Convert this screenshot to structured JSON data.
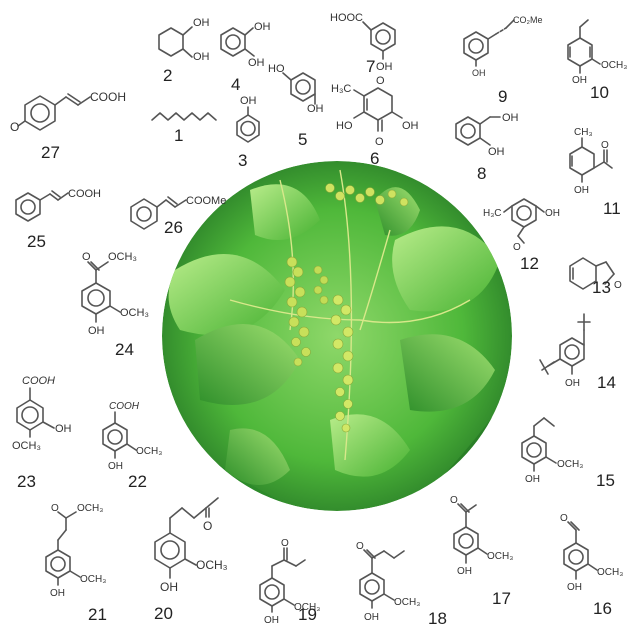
{
  "compounds": [
    {
      "number": "1",
      "labels": []
    },
    {
      "number": "2",
      "labels": [
        "OH",
        "OH"
      ]
    },
    {
      "number": "3",
      "labels": [
        "OH"
      ]
    },
    {
      "number": "4",
      "labels": [
        "OH",
        "OH"
      ]
    },
    {
      "number": "5",
      "labels": [
        "HO",
        "OH"
      ]
    },
    {
      "number": "6",
      "labels": [
        "H₃C",
        "O",
        "HO",
        "OH",
        "O"
      ]
    },
    {
      "number": "7",
      "labels": [
        "HOOC",
        "OH"
      ]
    },
    {
      "number": "8",
      "labels": [
        "OH",
        "OH"
      ]
    },
    {
      "number": "9",
      "labels": [
        "CO₂Me",
        "OH"
      ]
    },
    {
      "number": "10",
      "labels": [
        "OCH₃",
        "OH"
      ]
    },
    {
      "number": "11",
      "labels": [
        "CH₃",
        "OH",
        "O"
      ]
    },
    {
      "number": "12",
      "labels": [
        "H₃C",
        "OH",
        "O"
      ]
    },
    {
      "number": "13",
      "labels": [
        "O"
      ]
    },
    {
      "number": "14",
      "labels": [
        "OH"
      ]
    },
    {
      "number": "15",
      "labels": [
        "OCH₃",
        "OH"
      ]
    },
    {
      "number": "16",
      "labels": [
        "O",
        "OCH₃",
        "OH"
      ]
    },
    {
      "number": "17",
      "labels": [
        "O",
        "OCH₃",
        "OH"
      ]
    },
    {
      "number": "18",
      "labels": [
        "O",
        "OCH₃",
        "OH"
      ]
    },
    {
      "number": "19",
      "labels": [
        "O",
        "OCH₃",
        "OH"
      ]
    },
    {
      "number": "20",
      "labels": [
        "O",
        "OCH₃",
        "OH"
      ]
    },
    {
      "number": "21",
      "labels": [
        "O",
        "OCH₃",
        "OCH₃",
        "OH"
      ]
    },
    {
      "number": "22",
      "labels": [
        "COOH",
        "OCH₃",
        "OH"
      ]
    },
    {
      "number": "23",
      "labels": [
        "COOH",
        "OH",
        "OCH₃"
      ]
    },
    {
      "number": "24",
      "labels": [
        "O",
        "OCH₃",
        "OCH₃",
        "OH"
      ]
    },
    {
      "number": "25",
      "labels": [
        "COOH"
      ]
    },
    {
      "number": "26",
      "labels": [
        "COOMe"
      ]
    },
    {
      "number": "27",
      "labels": [
        "COOH",
        "O"
      ]
    }
  ],
  "colors": {
    "background": "#ffffff",
    "structure_line": "#555555",
    "leaf_green": "#3fae32",
    "flower_yellow": "#c8e05a"
  },
  "center_image": {
    "icon": "plant-leaves-with-flower-catkins"
  }
}
